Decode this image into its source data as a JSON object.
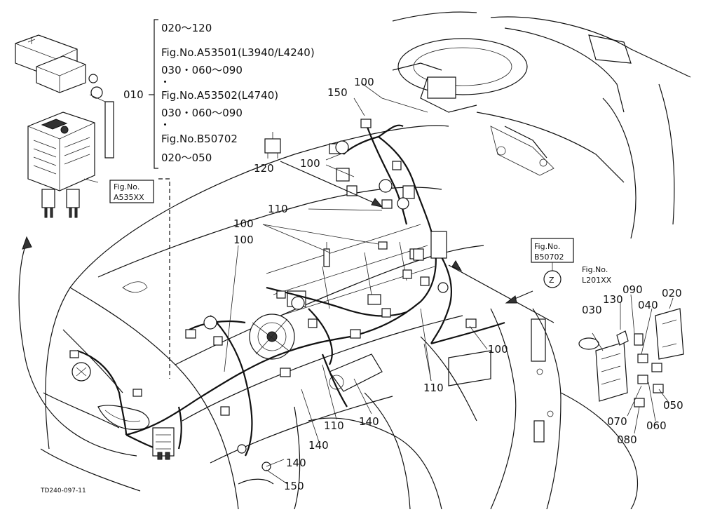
{
  "figure": {
    "code": "TD240-097-11",
    "bracket": {
      "ref": "010",
      "lines": [
        "020～120",
        "Fig.No.A53501(L3940/L4240)",
        "030・060～090",
        "・",
        "Fig.No.A53502(L4740)",
        "030・060～090",
        "・",
        "Fig.No.B50702",
        "020～050"
      ]
    },
    "fig_refs": [
      {
        "line1": "Fig.No.",
        "line2": "A535XX"
      },
      {
        "line1": "Fig.No.",
        "line2": "B50702"
      },
      {
        "line1": "Fig.No.",
        "line2": "L201XX"
      }
    ],
    "view_marker": "Z",
    "labels": [
      "120",
      "150",
      "100",
      "100",
      "110",
      "100",
      "100",
      "100",
      "110",
      "140",
      "110",
      "140",
      "140",
      "150",
      "020",
      "090",
      "040",
      "130",
      "030",
      "050",
      "060",
      "070",
      "080"
    ]
  }
}
